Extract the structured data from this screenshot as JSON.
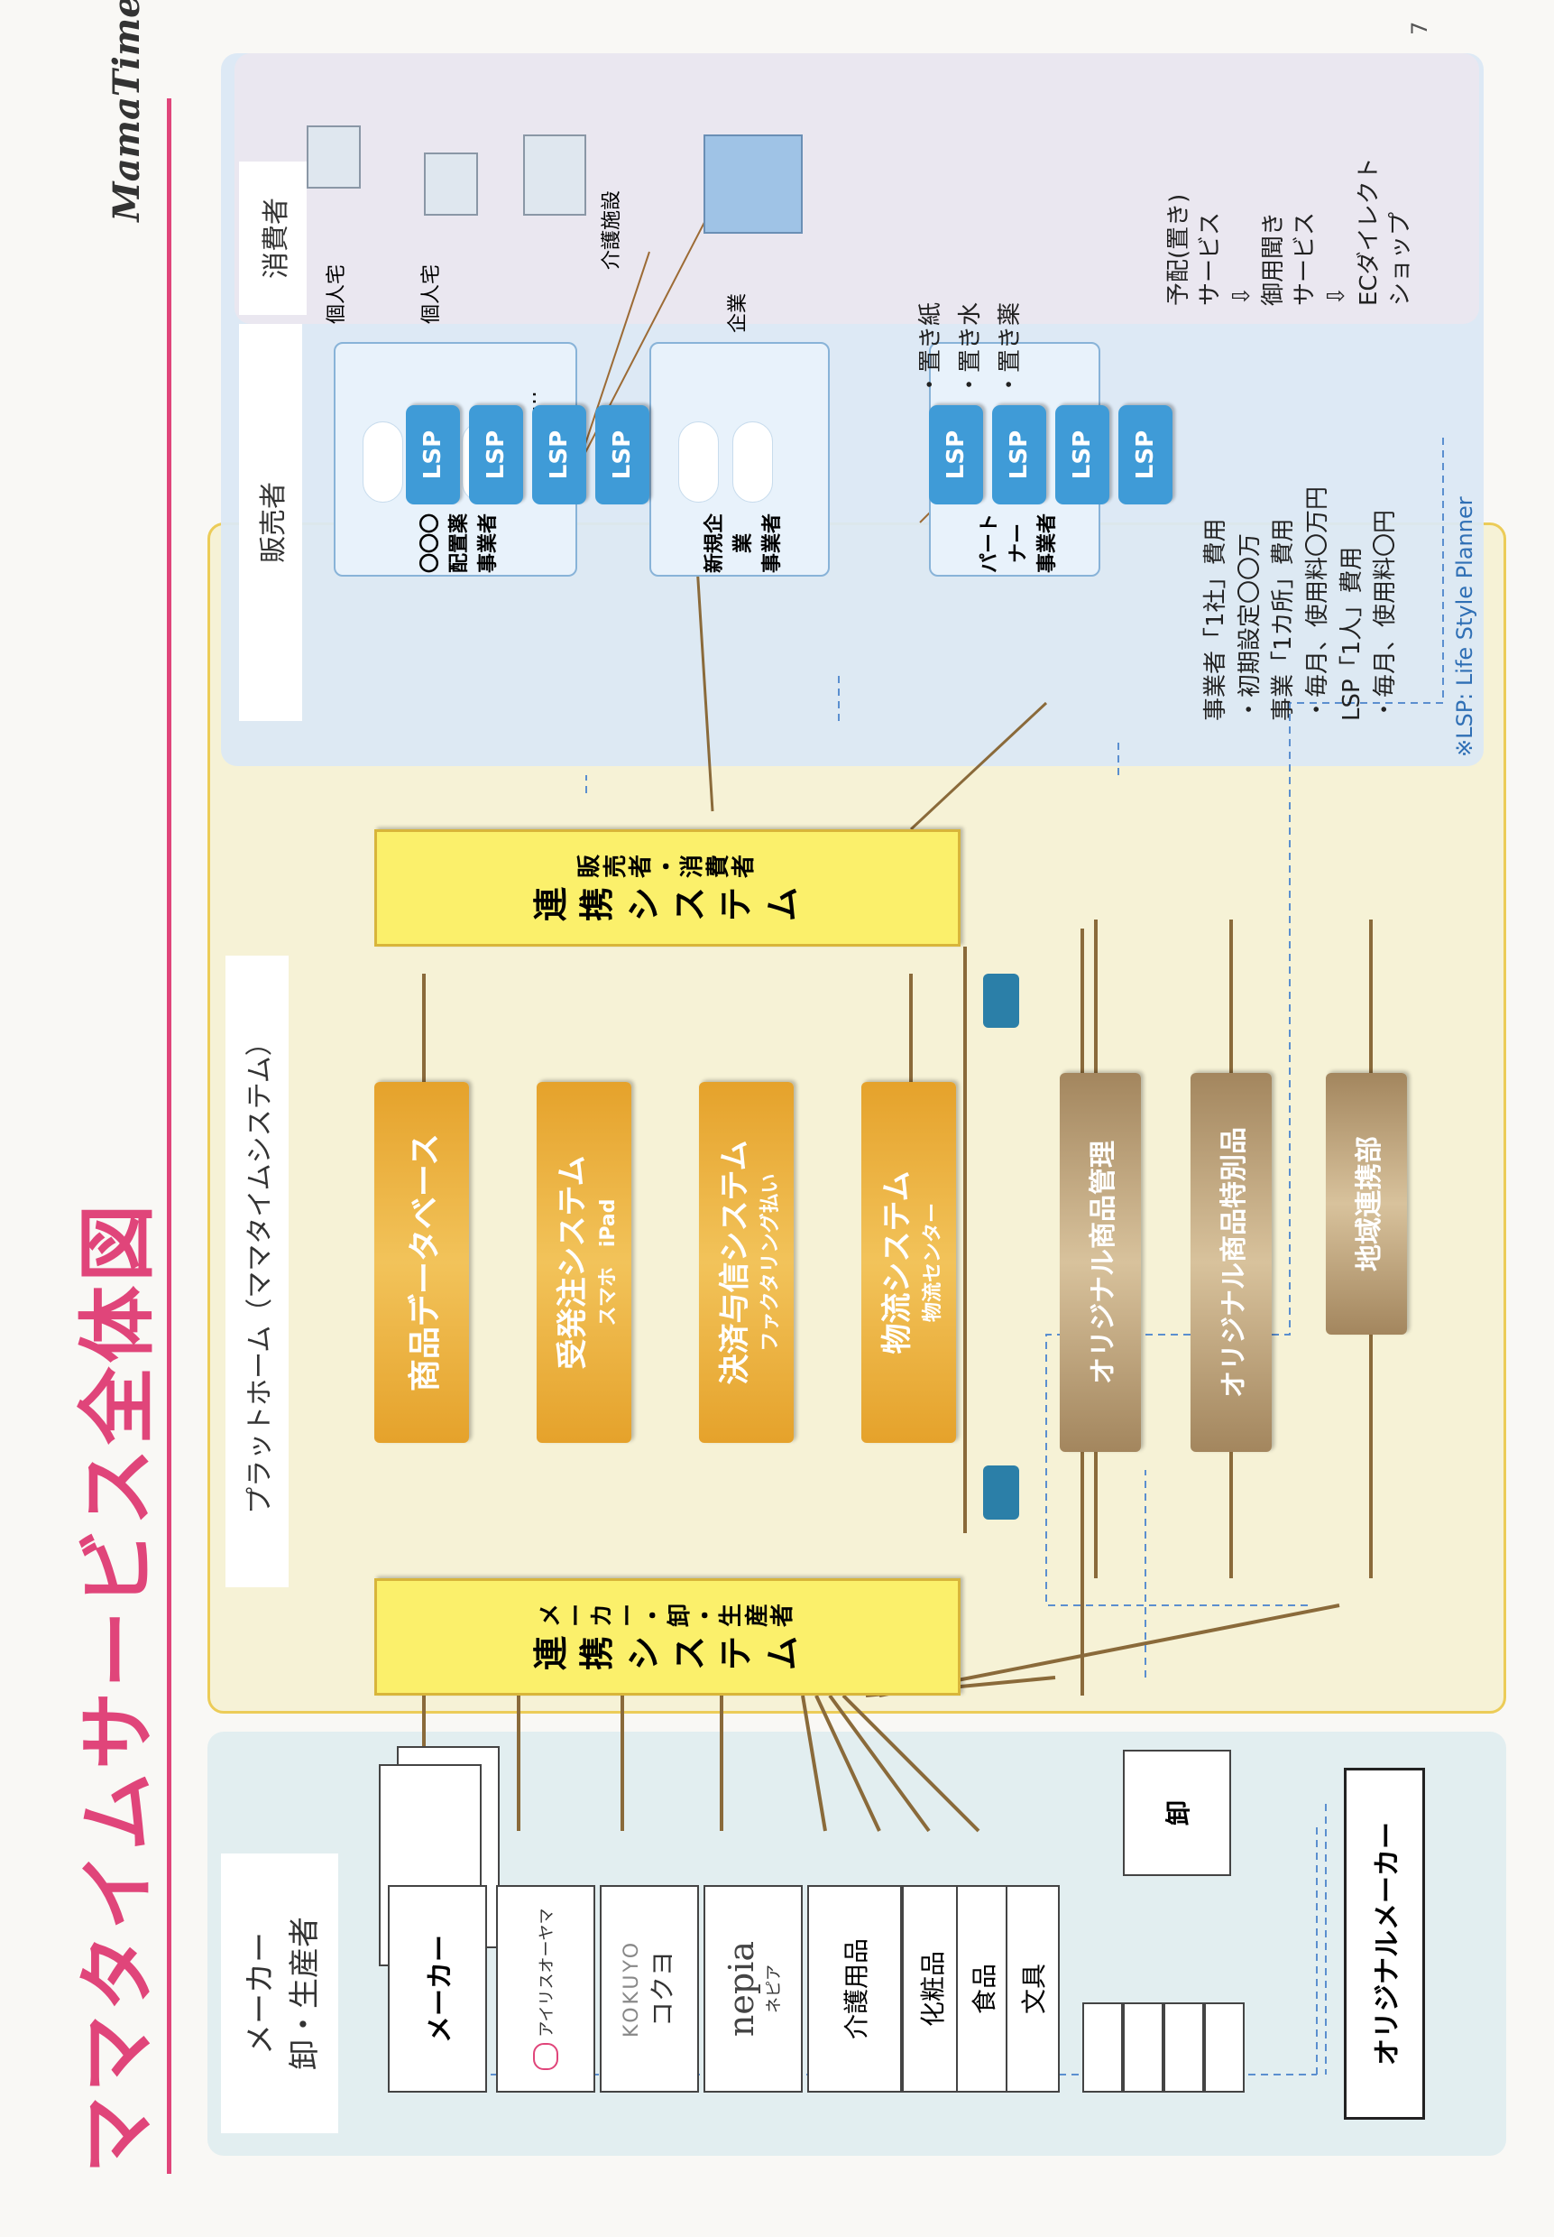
{
  "header": {
    "title": "ママタイムサービス全体図",
    "logo_text": "MamaTime",
    "page_number": "7"
  },
  "colors": {
    "accent_pink": "#e0457a",
    "platform_yellow": "#fbf06b",
    "system_orange": "#eeb13d",
    "original_tan": "#c6a97c",
    "lsp_blue": "#3f9bd7",
    "band_green": "#e2eef0",
    "band_blue": "#dbe8f4",
    "line_brown": "#8a6a3a",
    "dash_blue": "#5b8fcf"
  },
  "columns": {
    "makers_header": [
      "メーカー",
      "卸・生産者"
    ],
    "platform_header": "プラットホーム（ママタイムシステム）",
    "sellers_header": "販売者",
    "consumers_header": "消費者"
  },
  "makers": {
    "maker_label": "メーカー",
    "iris_label": "アイリスオーヤマ",
    "kokuyo_logo": "KOKUYO",
    "kokuyo_label": "コクヨ",
    "nepia_logo": "nepia",
    "nepia_label": "ネピア",
    "care_label": "介護用品",
    "cosmetic_label": "化粧品",
    "food_label": "食品",
    "stationery_label": "文具",
    "wholesale_label": "卸",
    "original_maker_label": "オリジナルメーカー"
  },
  "platform": {
    "renkei_left": [
      "連",
      "携",
      "シ",
      "ス",
      "テ",
      "ム"
    ],
    "renkei_left_sub": [
      "メ",
      "ー",
      "カ",
      "ー",
      "・",
      "卸",
      "・",
      "生",
      "産",
      "者"
    ],
    "renkei_right": [
      "連",
      "携",
      "シ",
      "ス",
      "テ",
      "ム"
    ],
    "renkei_right_sub": [
      "販",
      "売",
      "者",
      "・",
      "消",
      "費",
      "者"
    ],
    "systems": [
      {
        "name": "商品データベース",
        "sub": ""
      },
      {
        "name": "受発注システム",
        "sub": "スマホ　iPad"
      },
      {
        "name": "決済与信システム",
        "sub": "ファクタリング払い"
      },
      {
        "name": "物流システム",
        "sub": "物流センター"
      }
    ],
    "original": [
      {
        "name": "オリジナル商品管理"
      },
      {
        "name": "オリジナル商品特別品"
      },
      {
        "name": "地域連携部"
      }
    ]
  },
  "sellers": {
    "box1": {
      "l1": "〇〇〇配置薬",
      "l2": "事業者",
      "dots": "…"
    },
    "box2": {
      "l1": "新規企業",
      "l2": "事業者"
    },
    "box3": {
      "l1": "パートナー",
      "l2": "事業者"
    },
    "lsp": "LSP",
    "fees": [
      "事業者「1社」費用",
      "・初期設定〇〇万",
      "事業「1カ所」費用",
      "・毎月、使用料〇万円",
      "LSP「1人」費用",
      "・毎月、使用料〇円"
    ],
    "note": "※LSP: Life Style Planner"
  },
  "consumers": {
    "homes1": "個人宅",
    "homes2": "個人宅",
    "care_facility": "介護施設",
    "company": "企業",
    "items": [
      "・置き紙",
      "・置き水",
      "・置き薬"
    ],
    "services": [
      "予配(置き)",
      "サービス",
      "⇩",
      "御用聞き",
      "サービス",
      "⇩",
      "ECダイレクト",
      "ショップ"
    ]
  }
}
